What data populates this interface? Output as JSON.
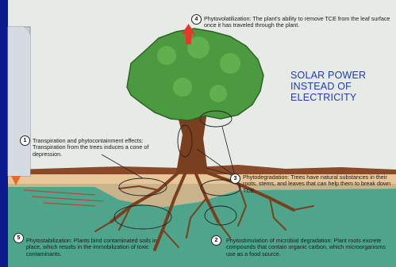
{
  "overlay": {
    "solar_line1": "SOLAR POWER",
    "solar_line2": "INSTEAD OF",
    "solar_line3": "ELECTRICITY"
  },
  "processes": [
    {
      "number": "1",
      "text": "Transpiration and phytocontainment effects: Transpiration from the trees induces a cone of depression."
    },
    {
      "number": "2",
      "text": "Phytostimulation of microbial degradation:  Plant roots excrete compounds that contain organic carbon, which microorganisms use as a food source."
    },
    {
      "number": "3",
      "text": "Phytodegradation: Trees have natural substances in their roots, stems, and leaves that can help them to break down TCE."
    },
    {
      "number": "4",
      "text": "Phytovolatilization: The plant's ability to remove TCE from the leaf surface once it has traveled through the plant."
    },
    {
      "number": "5",
      "text": "Phytostabilization: Plants bind contaminated soils in place, which results in the immobilization of toxic contaminants."
    }
  ],
  "colors": {
    "frame": "#0b1a8c",
    "sky": "#e7ebe6",
    "soil": "#e9c69a",
    "groundwater": "#4fa58c",
    "canopy": "#4c9a3f",
    "trunk": "#7a3f1f",
    "arrow": "#e23a2a",
    "solar_text": "#1f3bb8"
  },
  "icons": [
    "up-arrow-icon",
    "ellipse-marker-icon",
    "pointer-arrow-icon"
  ]
}
